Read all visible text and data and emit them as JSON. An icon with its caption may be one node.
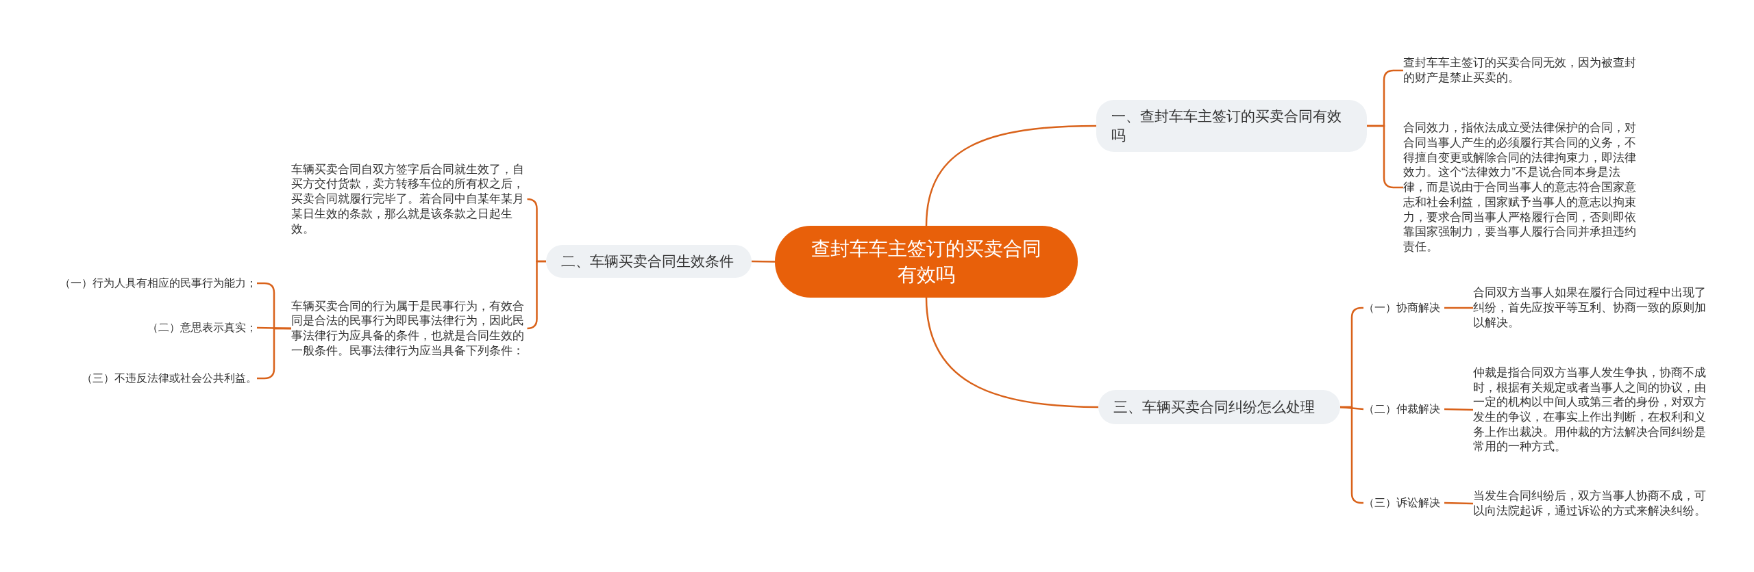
{
  "diagram": {
    "nodes": [
      {
        "text": [
          "查封车车主签订的买卖合同有效吗"
        ]
      },
      {
        "text": [
          "一、查封车车主签订的买卖合同有效吗"
        ]
      },
      {
        "text": [
          "查封车车主签订的买卖合同无效，因为被查封的财产是禁止买卖的。"
        ]
      },
      {
        "text": [
          "合同效力，指依法成立受法律保护的合同，对合同当事人产生的必须履行其合同的义务，不得擅自变更或解除合同的法律拘束力，即法律效力。这个“法律效力”不是说合同本身是法律，而是说由于合同当事人的意志符合国家意志和社会利益，国家赋予当事人的意志以拘束力，要求合同当事人严格履行合同，否则即依靠国家强制力，要当事人履行合同并承担违约责任。"
        ]
      },
      {
        "text": [
          "二、车辆买卖合同生效条件"
        ]
      },
      {
        "text": [
          "车辆买卖合同自双方签字后合同就生效了，自买方交付货款，卖方转移车位的所有权之后，买卖合同就履行完毕了。若合同中自某年某月某日生效的条款，那么就是该条款之日起生效。"
        ]
      },
      {
        "text": [
          "车辆买卖合同的行为属于是民事行为，有效合同是合法的民事行为即民事法律行为，因此民事法律行为应具备的条件，也就是合同生效的一般条件。民事法律行为应当具备下列条件："
        ]
      },
      {
        "text": [
          "（一）行为人具有相应的民事行为能力；"
        ]
      },
      {
        "text": [
          "（二）意思表示真实；"
        ]
      },
      {
        "text": [
          "（三）不违反法律或社会公共利益。"
        ]
      },
      {
        "text": [
          "三、车辆买卖合同纠纷怎么处理"
        ]
      },
      {
        "text": [
          "（一）协商解决"
        ]
      },
      {
        "text": [
          "合同双方当事人如果在履行合同过程中出现了纠纷，首先应按平等互利、协商一致的原则加以解决。"
        ]
      },
      {
        "text": [
          "（二）仲裁解决"
        ]
      },
      {
        "text": [
          "仲裁是指合同双方当事人发生争执，协商不成时，根据有关规定或者当事人之间的协议，由一定的机构以中间人或第三者的身份，对双方发生的争议，在事实上作出判断，在权利和义务上作出裁决。用仲裁的方法解决合同纠纷是常用的一种方式。"
        ]
      },
      {
        "text": [
          "（三）诉讼解决"
        ]
      },
      {
        "text": [
          "当发生合同纠纷后，双方当事人协商不成，可以向法院起诉，通过诉讼的方式来解决纠纷。"
        ]
      }
    ],
    "edges": [
      {
        "from": 0,
        "to": 1,
        "arrow": "none"
      },
      {
        "from": 0,
        "to": 4,
        "arrow": "none"
      },
      {
        "from": 0,
        "to": 10,
        "arrow": "none"
      },
      {
        "from": 1,
        "to": 2,
        "arrow": "none"
      },
      {
        "from": 1,
        "to": 3,
        "arrow": "none"
      },
      {
        "from": 4,
        "to": 5,
        "arrow": "none"
      },
      {
        "from": 4,
        "to": 6,
        "arrow": "none"
      },
      {
        "from": 6,
        "to": 7,
        "arrow": "none"
      },
      {
        "from": 6,
        "to": 8,
        "arrow": "none"
      },
      {
        "from": 6,
        "to": 9,
        "arrow": "none"
      },
      {
        "from": 10,
        "to": 11,
        "arrow": "none"
      },
      {
        "from": 10,
        "to": 13,
        "arrow": "none"
      },
      {
        "from": 10,
        "to": 15,
        "arrow": "none"
      },
      {
        "from": 11,
        "to": 12,
        "arrow": "none"
      },
      {
        "from": 13,
        "to": 14,
        "arrow": "none"
      },
      {
        "from": 15,
        "to": 16,
        "arrow": "none"
      }
    ]
  }
}
